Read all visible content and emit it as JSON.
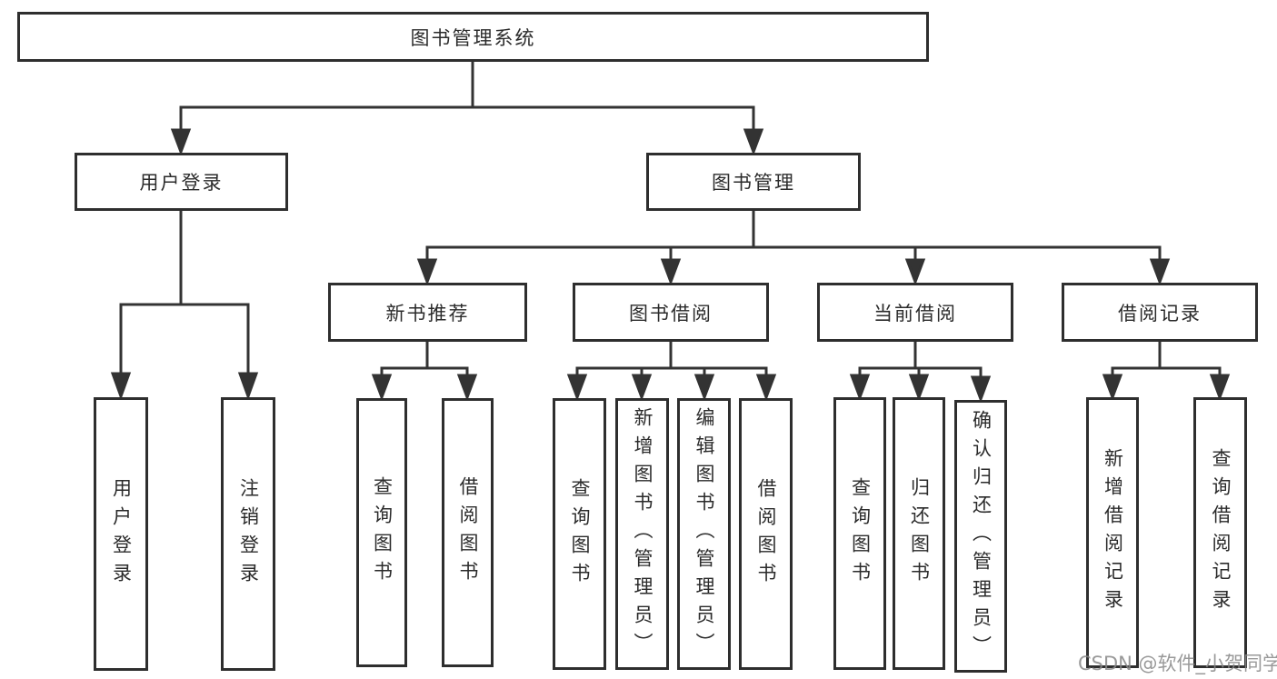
{
  "diagram": {
    "root": {
      "label": "图书管理系统"
    },
    "level2": [
      {
        "label": "用户登录",
        "children": [
          {
            "label": "用户登录"
          },
          {
            "label": "注销登录"
          }
        ]
      },
      {
        "label": "图书管理",
        "children": [
          {
            "label": "新书推荐",
            "children": [
              {
                "label": "查询图书"
              },
              {
                "label": "借阅图书"
              }
            ]
          },
          {
            "label": "图书借阅",
            "children": [
              {
                "label": "查询图书"
              },
              {
                "label": "新增图书（管理员）"
              },
              {
                "label": "编辑图书（管理员）"
              },
              {
                "label": "借阅图书"
              }
            ]
          },
          {
            "label": "当前借阅",
            "children": [
              {
                "label": "查询图书"
              },
              {
                "label": "归还图书"
              },
              {
                "label": "确认归还（管理员）"
              }
            ]
          },
          {
            "label": "借阅记录",
            "children": [
              {
                "label": "新增借阅记录"
              },
              {
                "label": "查询借阅记录"
              }
            ]
          }
        ]
      }
    ]
  },
  "watermark": {
    "text": "CSDN @软件_小贺同学"
  },
  "colors": {
    "line": "#333333",
    "box_border": "#2e2e2e",
    "text": "#2b2b2b",
    "watermark": "#878787",
    "background": "#ffffff"
  }
}
